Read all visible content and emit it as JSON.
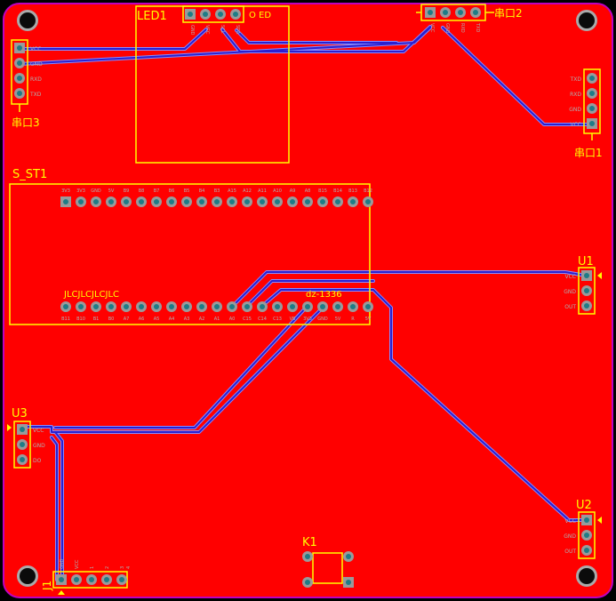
{
  "board": {
    "colors": {
      "copper": "#ff0000",
      "outline": "#c000c0",
      "silkscreen": "#ffff00",
      "trace": "#2a1fd0",
      "trace_edge": "#8a8aff",
      "pad": "#9a9a9a",
      "drill": "#1e7c86",
      "hole": "#0b0b0b"
    }
  },
  "components": {
    "led1": {
      "designator": "LED1",
      "label": "O ED",
      "pins": [
        "GND",
        "VCC",
        "SCL",
        "SDA"
      ]
    },
    "uart2": {
      "designator": "串口2",
      "pins": [
        "VCC",
        "GND",
        "RXD",
        "TXD"
      ]
    },
    "uart3": {
      "designator": "串口3",
      "pins": [
        "VCC",
        "GND",
        "RXD",
        "TXD"
      ]
    },
    "tt1": {
      "designator": "串口1",
      "pins": [
        "TXD",
        "RXD",
        "GND",
        "VCC"
      ]
    },
    "s_st1": {
      "designator": "S_ST1",
      "top_pins": [
        "3V3",
        "3V3",
        "GND",
        "5V",
        "B9",
        "B8",
        "B7",
        "B6",
        "B5",
        "B4",
        "B3",
        "A15",
        "A12",
        "A11",
        "A10",
        "A9",
        "A8",
        "B15",
        "B14",
        "B13",
        "B12"
      ],
      "bottom_pins": [
        "B11",
        "B10",
        "B1",
        "B0",
        "A7",
        "A6",
        "A5",
        "A4",
        "A3",
        "A2",
        "A1",
        "A0",
        "C15",
        "C14",
        "C13",
        "VB",
        "3V3",
        "GND",
        "5V",
        "R",
        "5V"
      ],
      "silk_text_left": "JLCJLCJLCJLC",
      "silk_text_right": "dz-1336"
    },
    "u1": {
      "designator": "U1",
      "pins": [
        "VCC",
        "GND",
        "OUT"
      ]
    },
    "u2": {
      "designator": "U2",
      "pins": [
        "VCC",
        "GND",
        "OUT"
      ]
    },
    "u3": {
      "designator": "U3",
      "pins": [
        "VCC",
        "GND",
        "DO"
      ]
    },
    "j1": {
      "designator": "J1",
      "pins": [
        "GND",
        "VCC",
        "1",
        "2",
        "3",
        "4"
      ]
    },
    "k1": {
      "designator": "K1"
    }
  }
}
